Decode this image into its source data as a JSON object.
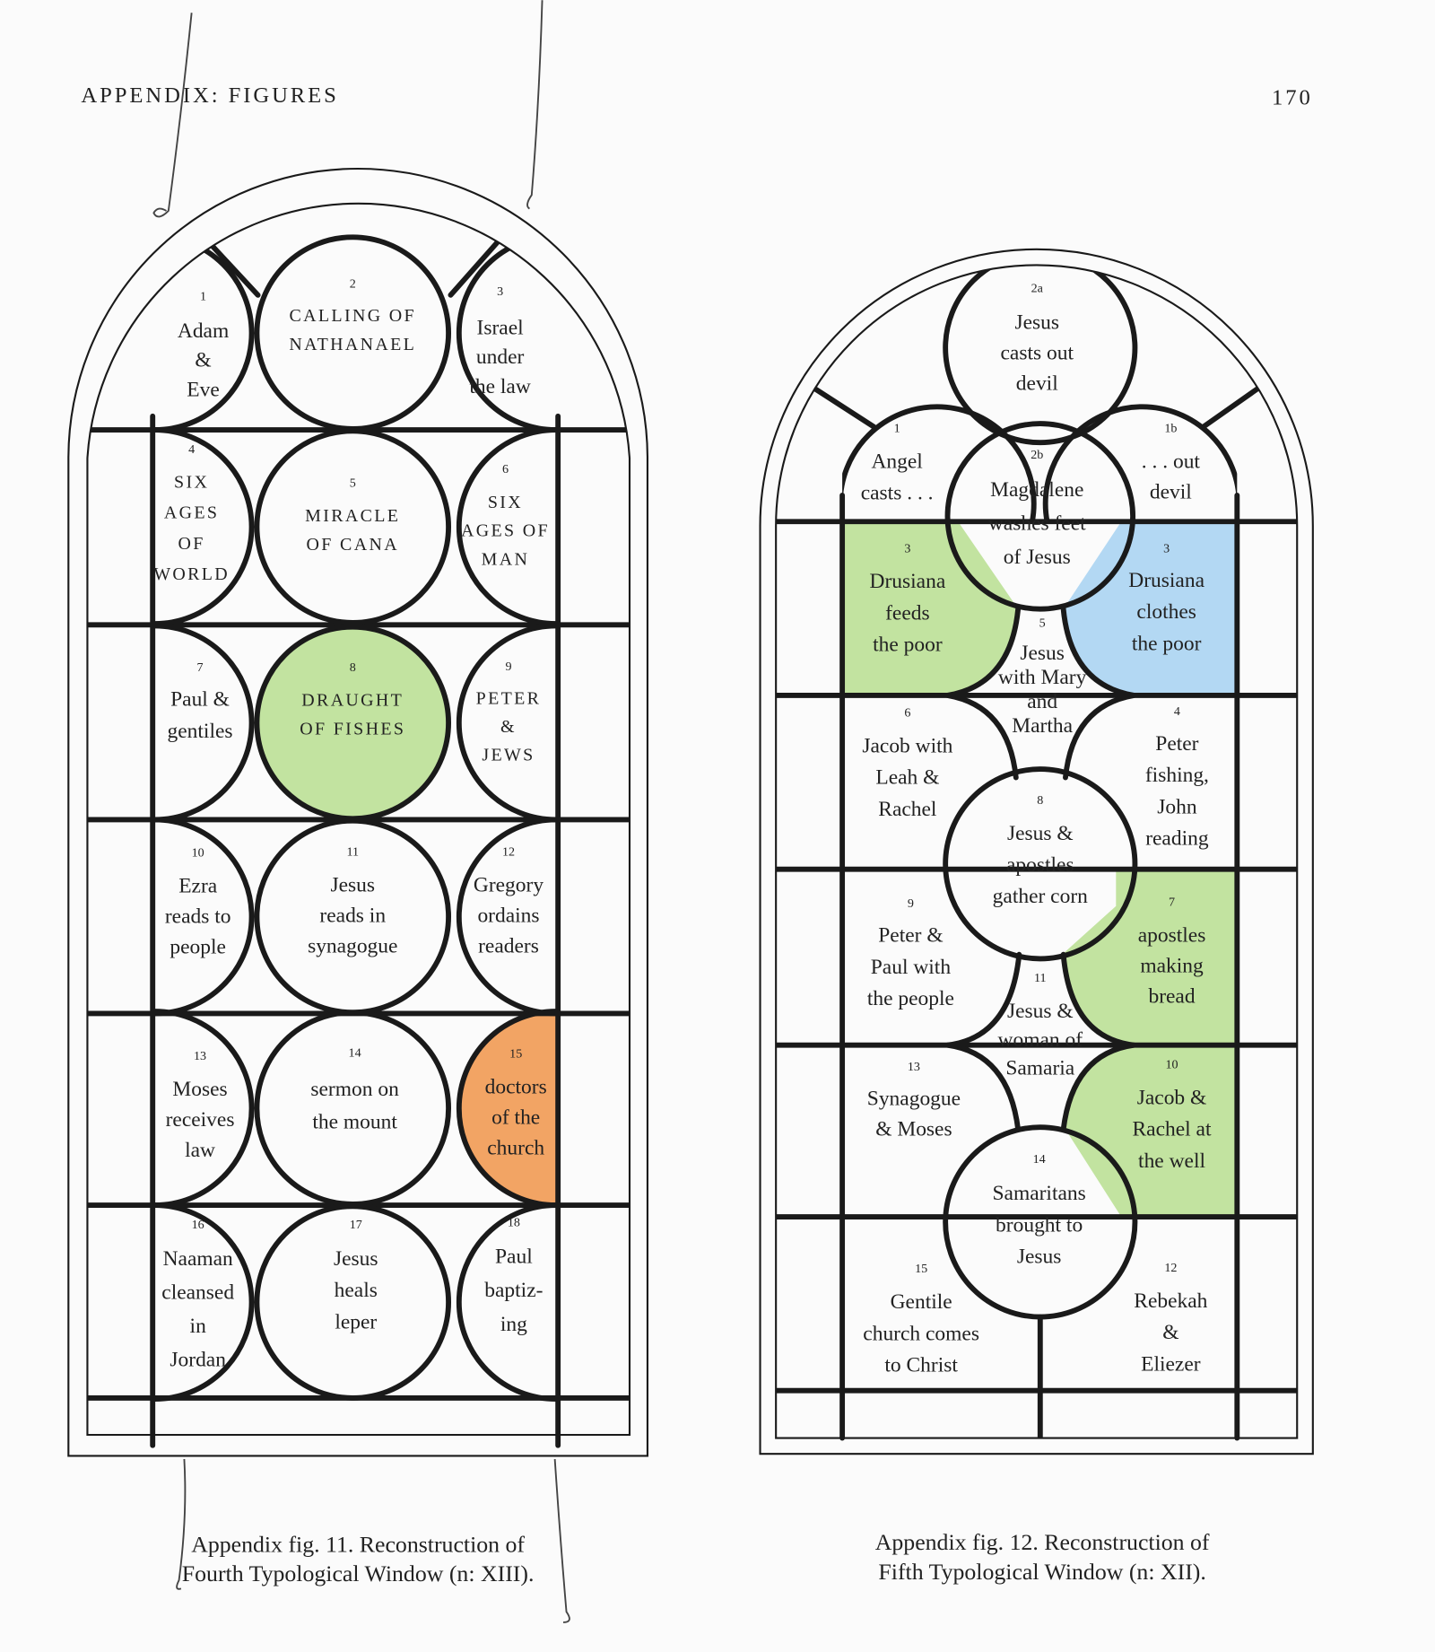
{
  "header": {
    "title": "APPENDIX: FIGURES",
    "page_number": "170"
  },
  "colors": {
    "red": "#f3b0b3",
    "blue": "#b3d8f3",
    "green": "#c2e3a0",
    "orange": "#f2a464",
    "line": "#1a1a1a"
  },
  "figure11": {
    "caption_line1": "Appendix fig. 11. Reconstruction of",
    "caption_line2": "Fourth Typological Window (n: XIII).",
    "panels": [
      {
        "id": "1",
        "num": "1",
        "lines": [
          "Adam",
          "&",
          "Eve"
        ]
      },
      {
        "id": "2",
        "num": "2",
        "lines": [
          "CALLING OF",
          "NATHANAEL"
        ]
      },
      {
        "id": "3",
        "num": "3",
        "lines": [
          "Israel",
          "under",
          "the law"
        ]
      },
      {
        "id": "4",
        "num": "4",
        "lines": [
          "SIX",
          "AGES",
          "OF",
          "WORLD"
        ]
      },
      {
        "id": "5",
        "num": "5",
        "lines": [
          "MIRACLE",
          "OF CANA"
        ]
      },
      {
        "id": "6",
        "num": "6",
        "lines": [
          "SIX",
          "AGES OF",
          "MAN"
        ]
      },
      {
        "id": "7",
        "num": "7",
        "lines": [
          "Paul &",
          "gentiles"
        ]
      },
      {
        "id": "8",
        "num": "8",
        "lines": [
          "DRAUGHT",
          "OF FISHES"
        ],
        "color": "green"
      },
      {
        "id": "9",
        "num": "9",
        "lines": [
          "PETER",
          "&",
          "JEWS"
        ]
      },
      {
        "id": "10",
        "num": "10",
        "lines": [
          "Ezra",
          "reads to",
          "people"
        ]
      },
      {
        "id": "11",
        "num": "11",
        "lines": [
          "Jesus",
          "reads in",
          "synagogue"
        ]
      },
      {
        "id": "12",
        "num": "12",
        "lines": [
          "Gregory",
          "ordains",
          "readers"
        ]
      },
      {
        "id": "13",
        "num": "13",
        "lines": [
          "Moses",
          "receives",
          "law"
        ]
      },
      {
        "id": "14",
        "num": "14",
        "lines": [
          "sermon on",
          "the mount"
        ]
      },
      {
        "id": "15",
        "num": "15",
        "lines": [
          "doctors",
          "of the",
          "church"
        ],
        "color": "orange"
      },
      {
        "id": "16",
        "num": "16",
        "lines": [
          "Naaman",
          "cleansed",
          "in",
          "Jordan"
        ]
      },
      {
        "id": "17",
        "num": "17",
        "lines": [
          "Jesus",
          "heals",
          "leper"
        ]
      },
      {
        "id": "18",
        "num": "18",
        "lines": [
          "Paul",
          "baptiz-",
          "ing"
        ]
      }
    ]
  },
  "figure12": {
    "caption_line1": "Appendix fig. 12. Reconstruction of",
    "caption_line2": "Fifth Typological Window (n: XII).",
    "panels": [
      {
        "id": "2a",
        "num": "2a",
        "lines": [
          "Jesus",
          "casts out",
          "devil"
        ],
        "color": "red"
      },
      {
        "id": "1",
        "num": "1",
        "lines": [
          "Angel",
          "casts . . ."
        ],
        "color": "red"
      },
      {
        "id": "2b",
        "num": "2b",
        "lines": [
          "Magdalene",
          "washes feet",
          "of Jesus"
        ],
        "color": "blue"
      },
      {
        "id": "1b",
        "num": "1b",
        "lines": [
          ". . . out",
          "devil"
        ],
        "color": "red"
      },
      {
        "id": "3L",
        "num": "3",
        "lines": [
          "Drusiana",
          "feeds",
          "the poor"
        ],
        "color": "green"
      },
      {
        "id": "3R",
        "num": "3",
        "lines": [
          "Drusiana",
          "clothes",
          "the poor"
        ],
        "color": "blue"
      },
      {
        "id": "5",
        "num": "5",
        "lines": [
          "Jesus",
          "with Mary",
          "and",
          "Martha"
        ]
      },
      {
        "id": "6",
        "num": "6",
        "lines": [
          "Jacob with",
          "Leah &",
          "Rachel"
        ]
      },
      {
        "id": "4",
        "num": "4",
        "lines": [
          "Peter",
          "fishing,",
          "John",
          "reading"
        ]
      },
      {
        "id": "8",
        "num": "8",
        "lines": [
          "Jesus &",
          "apostles",
          "gather corn"
        ]
      },
      {
        "id": "9",
        "num": "9",
        "lines": [
          "Peter &",
          "Paul with",
          "the people"
        ]
      },
      {
        "id": "7",
        "num": "7",
        "lines": [
          "apostles",
          "making",
          "bread"
        ],
        "color": "green"
      },
      {
        "id": "11",
        "num": "11",
        "lines": [
          "Jesus &",
          "woman of",
          "Samaria"
        ]
      },
      {
        "id": "13",
        "num": "13",
        "lines": [
          "Synagogue",
          "& Moses"
        ]
      },
      {
        "id": "10",
        "num": "10",
        "lines": [
          "Jacob &",
          "Rachel at",
          "the well"
        ],
        "color": "green"
      },
      {
        "id": "14",
        "num": "14",
        "lines": [
          "Samaritans",
          "brought to",
          "Jesus"
        ]
      },
      {
        "id": "15",
        "num": "15",
        "lines": [
          "Gentile",
          "church comes",
          "to Christ"
        ]
      },
      {
        "id": "12",
        "num": "12",
        "lines": [
          "Rebekah",
          "&",
          "Eliezer"
        ]
      }
    ]
  }
}
